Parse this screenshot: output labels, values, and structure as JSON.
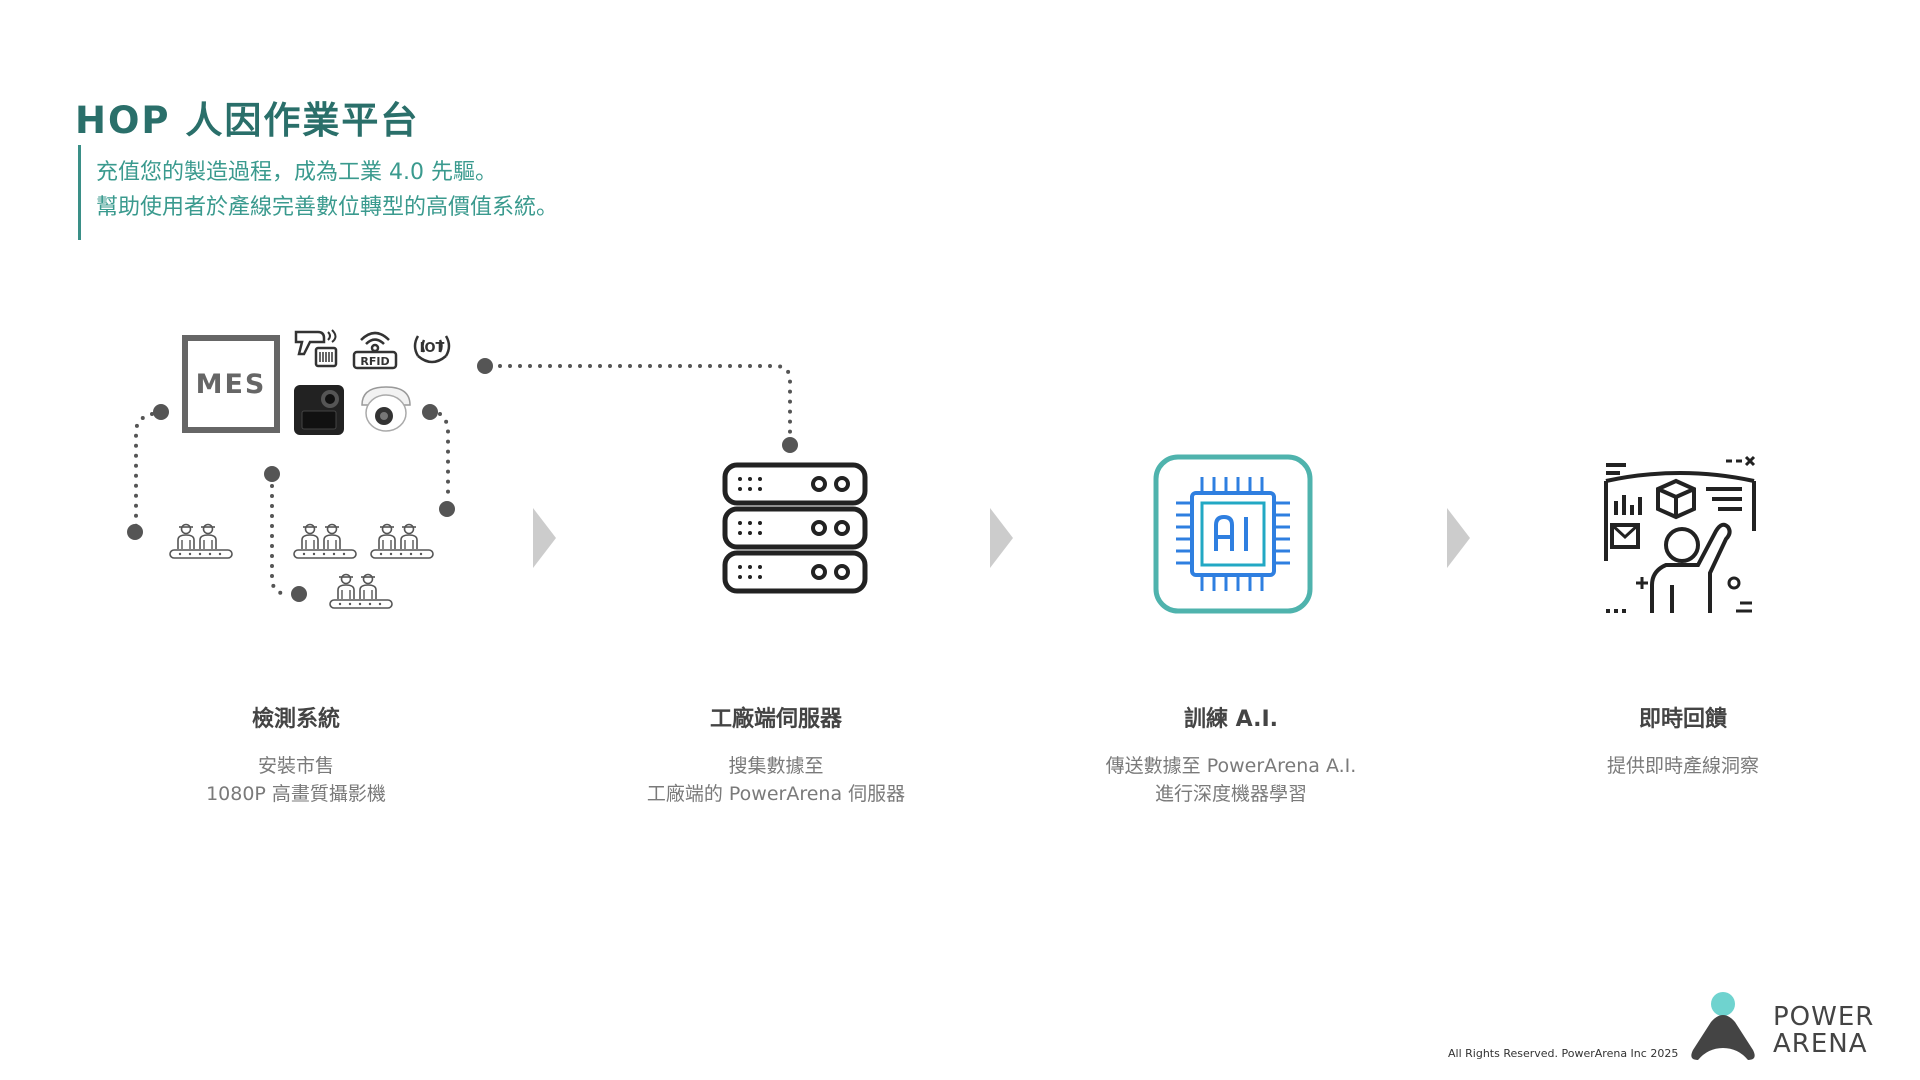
{
  "header": {
    "title": "HOP 人因作業平台",
    "subtitle_line1": "充值您的製造過程，成為工業 4.0 先驅。",
    "subtitle_line2": "幫助使用者於產線完善數位轉型的高價值系統。"
  },
  "devices": {
    "mes_label": "MES",
    "rfid_label": "RFID",
    "iot_label": "IOT"
  },
  "icons": {
    "server": "server-rack-icon",
    "ai": "ai-chip-icon",
    "realtime": "realtime-dashboard-icon",
    "workers": "assembly-line-workers-icon",
    "arrow": "chevron-right-icon"
  },
  "steps": [
    {
      "title": "檢測系統",
      "desc_line1": "安裝市售",
      "desc_line2": "1080P 高畫質攝影機"
    },
    {
      "title": "工廠端伺服器",
      "desc_line1": "搜集數據至",
      "desc_line2": "工廠端的 PowerArena 伺服器"
    },
    {
      "title": "訓練 A.I.",
      "desc_line1": "傳送數據至 PowerArena A.I.",
      "desc_line2": "進行深度機器學習"
    },
    {
      "title": "即時回饋",
      "desc_line1": "提供即時產線洞察",
      "desc_line2": ""
    }
  ],
  "footer": {
    "copyright": "All Rights Reserved. PowerArena Inc 2025",
    "logo_line1": "POWER",
    "logo_line2": "ARENA"
  },
  "colors": {
    "title": "#2a6f6a",
    "subtitle": "#3a9a8e",
    "ai_frame": "#4fb3ad",
    "ai_chip": "#2f7fe0",
    "logo_dot": "#6fd3cf",
    "icon_dark": "#222222",
    "arrow": "#cccccc"
  }
}
